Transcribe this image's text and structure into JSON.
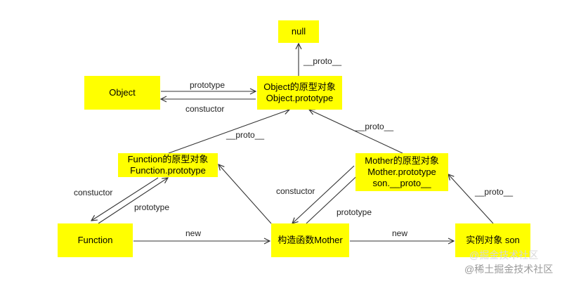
{
  "diagram": {
    "nodes": {
      "null": {
        "lines": [
          "null"
        ]
      },
      "object": {
        "lines": [
          "Object"
        ]
      },
      "object_proto": {
        "lines": [
          "Object的原型对象",
          "Object.prototype"
        ]
      },
      "function_proto": {
        "lines": [
          "Function的原型对象",
          "Function.prototype"
        ]
      },
      "mother_proto": {
        "lines": [
          "Mother的原型对象",
          "Mother.prototype",
          "son.__proto__"
        ]
      },
      "function": {
        "lines": [
          "Function"
        ]
      },
      "mother_ctor": {
        "lines": [
          "构造函数Mother"
        ]
      },
      "son": {
        "lines": [
          "实例对象 son"
        ]
      }
    },
    "edges": {
      "object_proto_to_null": "__proto__",
      "object_to_object_proto": "prototype",
      "object_proto_to_object": "constuctor",
      "function_proto_to_object_proto": "__proto__",
      "mother_proto_to_object_proto": "__proto__",
      "function_proto_to_function": "constuctor",
      "function_to_function_proto": "prototype",
      "mother_proto_to_mother_ctor": "constuctor",
      "mother_ctor_to_mother_proto": "prototype",
      "son_to_mother_proto": "__proto__",
      "function_to_mother_ctor": "new",
      "mother_ctor_to_son": "new"
    }
  },
  "watermark": {
    "line1": "@掘金技术社区",
    "line2": "@稀土掘金技术社区"
  },
  "colors": {
    "node_fill": "#ffff00",
    "edge": "#333333",
    "watermark": "#9a9a9a"
  }
}
